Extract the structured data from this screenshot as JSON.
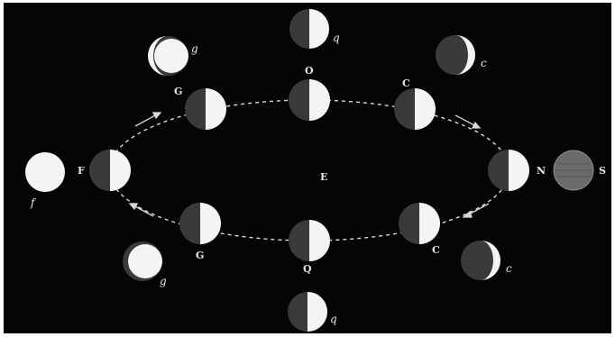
{
  "figure": {
    "background_color": "#050505",
    "frame_color": "#ffffff",
    "orbit_color": "#d8d8d8",
    "lit_color": "#f4f4f4",
    "dark_color": "#3a3a3a",
    "sun_color": "#6a6a6a"
  },
  "labels": {
    "center": "E",
    "left": "F",
    "right": "N",
    "sun": "S",
    "top": "O",
    "bottom": "Q",
    "upper_left": "G",
    "lower_left": "G",
    "upper_right": "C",
    "lower_right": "C"
  },
  "phase_labels": {
    "full": "f",
    "top": "q",
    "bottom": "q",
    "upper_left": "g",
    "lower_left": "g",
    "upper_right": "c",
    "lower_right": "c"
  }
}
